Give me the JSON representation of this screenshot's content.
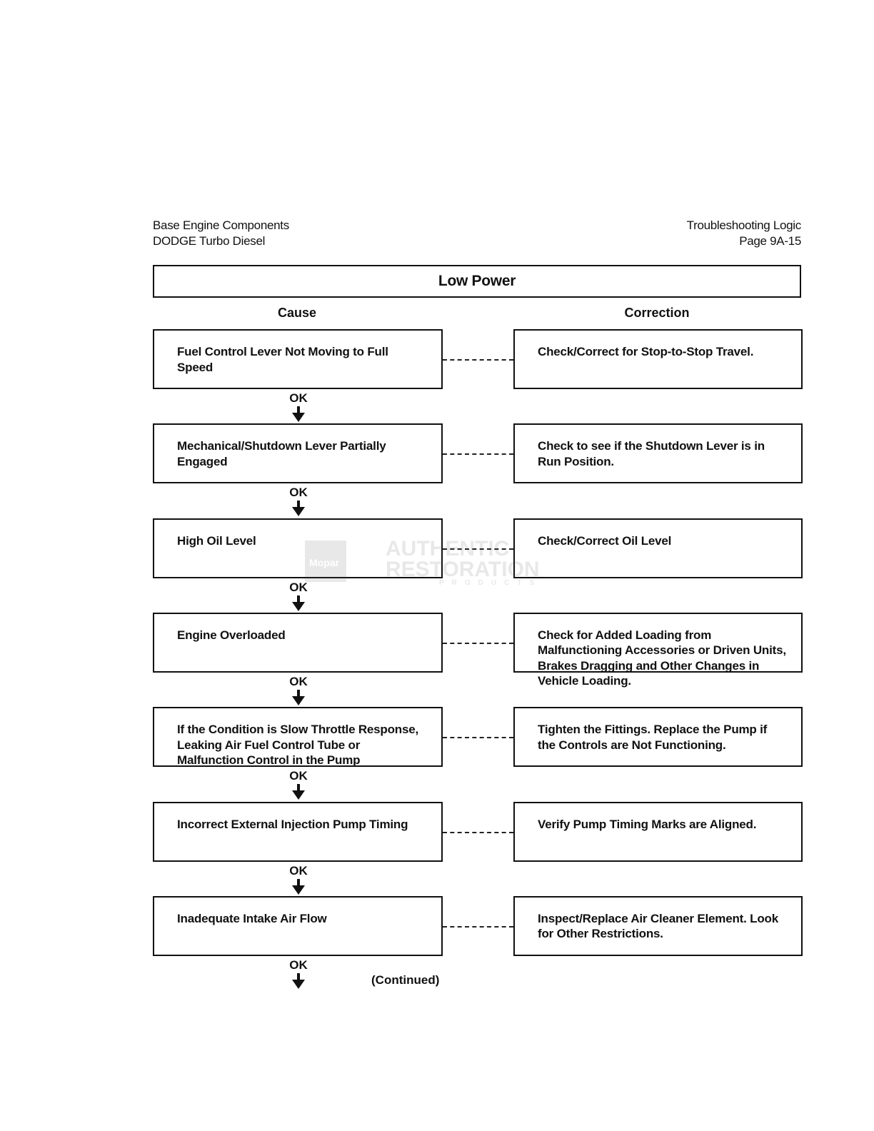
{
  "header": {
    "left_line1": "Base Engine Components",
    "left_line2": "DODGE Turbo Diesel",
    "right_line1": "Troubleshooting Logic",
    "right_line2": "Page 9A-15"
  },
  "title": "Low Power",
  "columns": {
    "cause": "Cause",
    "correction": "Correction"
  },
  "ok_label": "OK",
  "steps": [
    {
      "cause": "Fuel Control Lever Not Moving to Full Speed",
      "correction": "Check/Correct for Stop-to-Stop Travel."
    },
    {
      "cause": "Mechanical/Shutdown Lever Partially Engaged",
      "correction": "Check to see if the Shutdown Lever is in Run Position."
    },
    {
      "cause": "High Oil Level",
      "correction": "Check/Correct Oil Level"
    },
    {
      "cause": "Engine Overloaded",
      "correction": "Check for Added Loading from Malfunctioning Accessories or Driven Units, Brakes Dragging and Other Changes in Vehicle Loading."
    },
    {
      "cause": "If the Condition is Slow Throttle Response, Leaking Air Fuel Control Tube or Malfunction Control in the Pump",
      "correction": "Tighten the Fittings. Replace the Pump if the Controls are Not Functioning."
    },
    {
      "cause": "Incorrect External Injection Pump Timing",
      "correction": "Verify Pump Timing Marks are Aligned."
    },
    {
      "cause": "Inadequate Intake Air Flow",
      "correction": "Inspect/Replace Air Cleaner Element. Look for Other Restrictions."
    }
  ],
  "continued": "(Continued)",
  "watermark": {
    "line1": "AUTHENTIC",
    "line2": "RESTORATION",
    "line3": "PRODUCTS",
    "brand": "Mopar"
  }
}
